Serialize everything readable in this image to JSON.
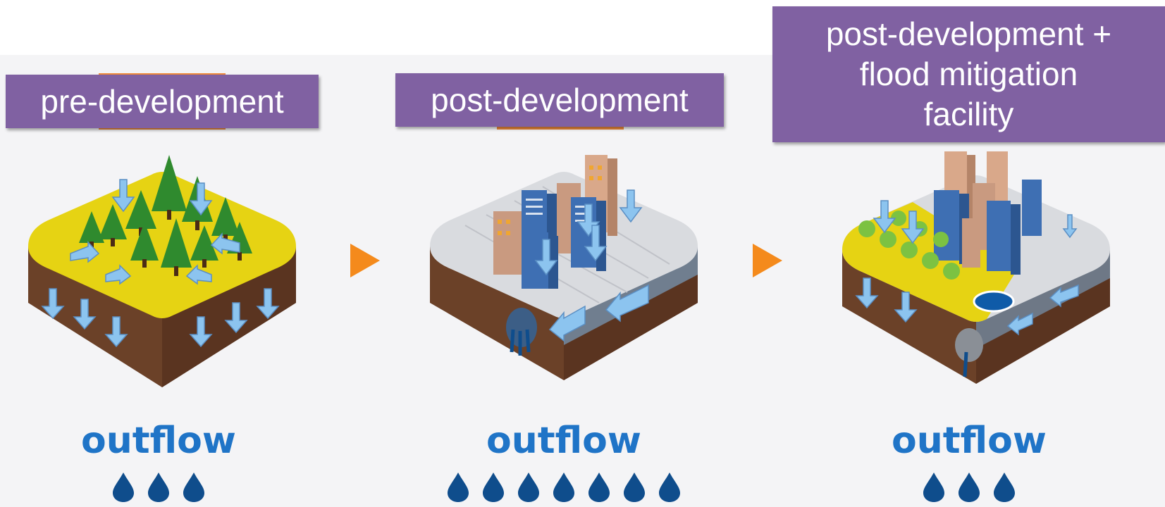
{
  "stages": [
    {
      "title": "pre-development",
      "outflow_label": "outflow",
      "drop_count": 3
    },
    {
      "title": "post-development",
      "outflow_label": "outflow",
      "drop_count": 7
    },
    {
      "title_lines": [
        "post-development  +",
        "flood mitigation",
        "facility"
      ],
      "outflow_label": "outflow",
      "drop_count": 3
    }
  ],
  "colors": {
    "label_bg": "#8061a2",
    "outflow_text": "#1f74c7",
    "drop": "#0f4d8c",
    "arrow": "#f48a1c",
    "grass": "#e6d313",
    "soil": "#6b4128",
    "paved": "#d9dbdf"
  },
  "icons": [
    "raindrop-icon",
    "tree-icon",
    "building-icon",
    "flow-arrow-icon",
    "pipe-icon",
    "pond-icon"
  ]
}
